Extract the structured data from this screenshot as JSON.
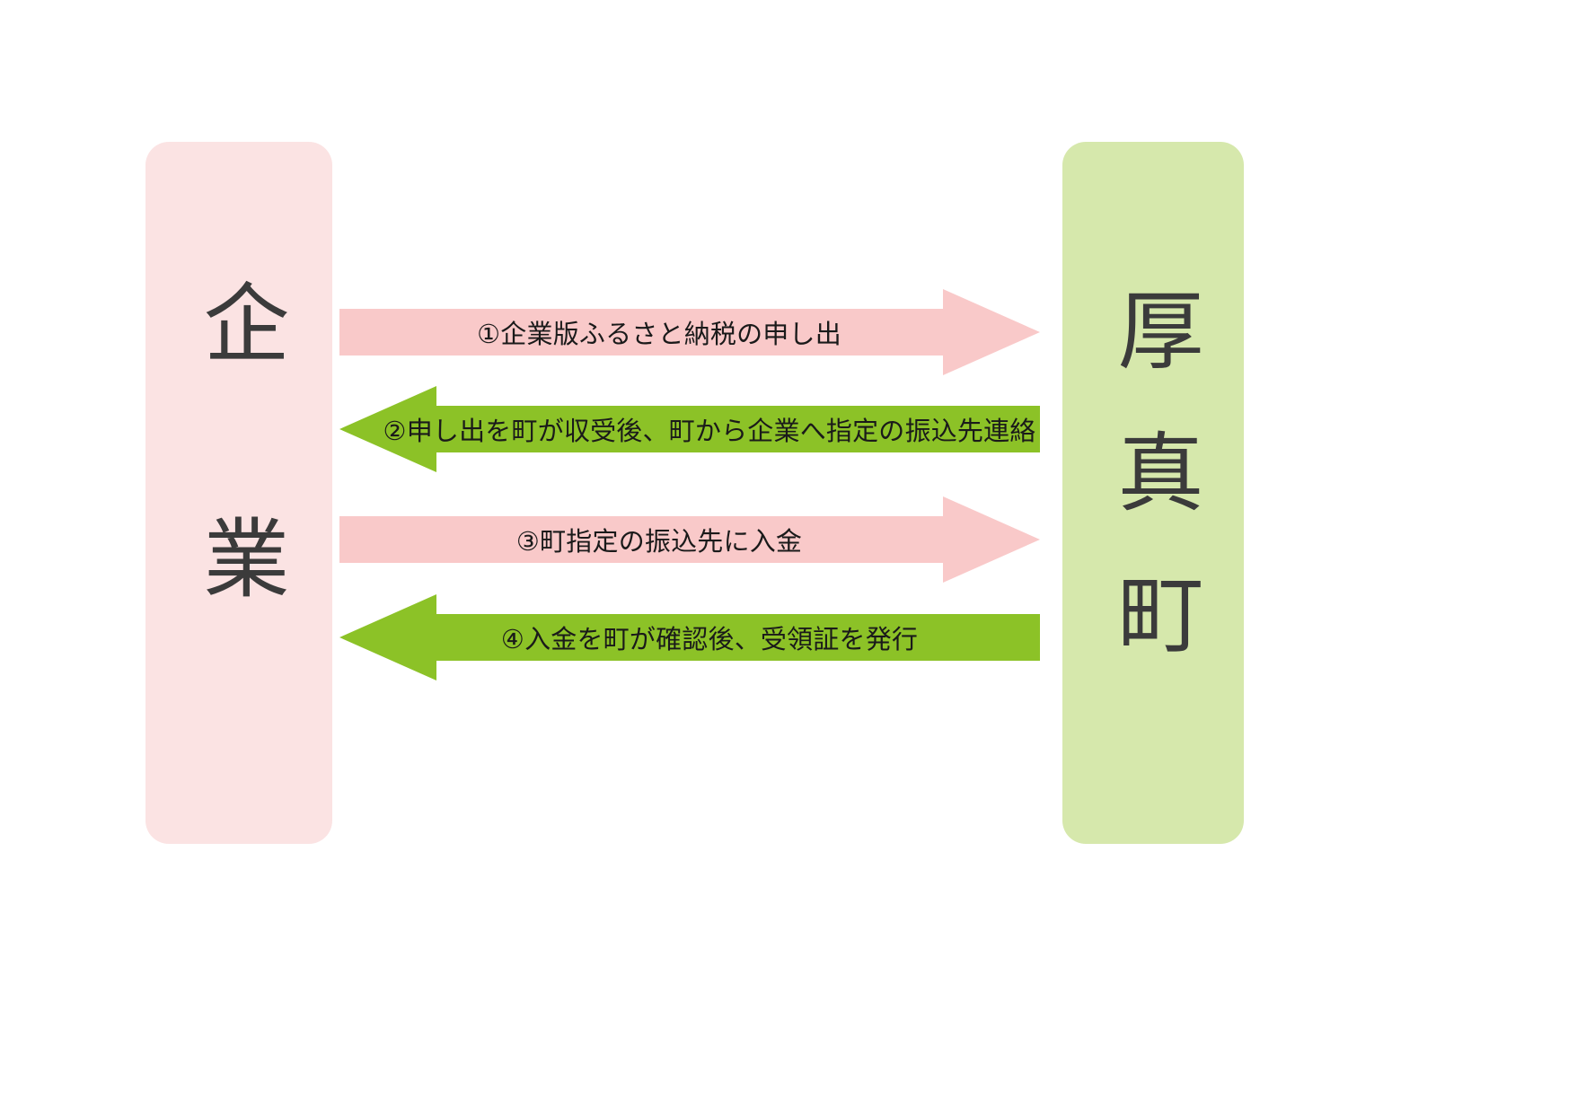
{
  "diagram": {
    "title": "",
    "background_color": "#ffffff",
    "left_party": {
      "label": "企業",
      "chars": [
        "企",
        "業"
      ],
      "fill_color": "#FBE3E3",
      "text_color": "#3b3b3b",
      "orientation": "vertical"
    },
    "right_party": {
      "label": "厚真町",
      "chars": [
        "厚",
        "真",
        "町"
      ],
      "fill_color": "#D6E8AC",
      "text_color": "#3b3b3b",
      "orientation": "vertical"
    },
    "flows": [
      {
        "step": "①",
        "label": "①企業版ふるさと納税の申し出",
        "direction": "right",
        "from": "企業",
        "to": "厚真町",
        "color": "#F9C9C9",
        "text_color": "#1a1a1a"
      },
      {
        "step": "②",
        "label": "②申し出を町が収受後、町から企業へ指定の振込先連絡",
        "direction": "left",
        "from": "厚真町",
        "to": "企業",
        "color": "#8CC227",
        "text_color": "#1a1a1a"
      },
      {
        "step": "③",
        "label": "③町指定の振込先に入金",
        "direction": "right",
        "from": "企業",
        "to": "厚真町",
        "color": "#F9C9C9",
        "text_color": "#1a1a1a"
      },
      {
        "step": "④",
        "label": "④入金を町が確認後、受領証を発行",
        "direction": "left",
        "from": "厚真町",
        "to": "企業",
        "color": "#8CC227",
        "text_color": "#1a1a1a"
      }
    ]
  }
}
